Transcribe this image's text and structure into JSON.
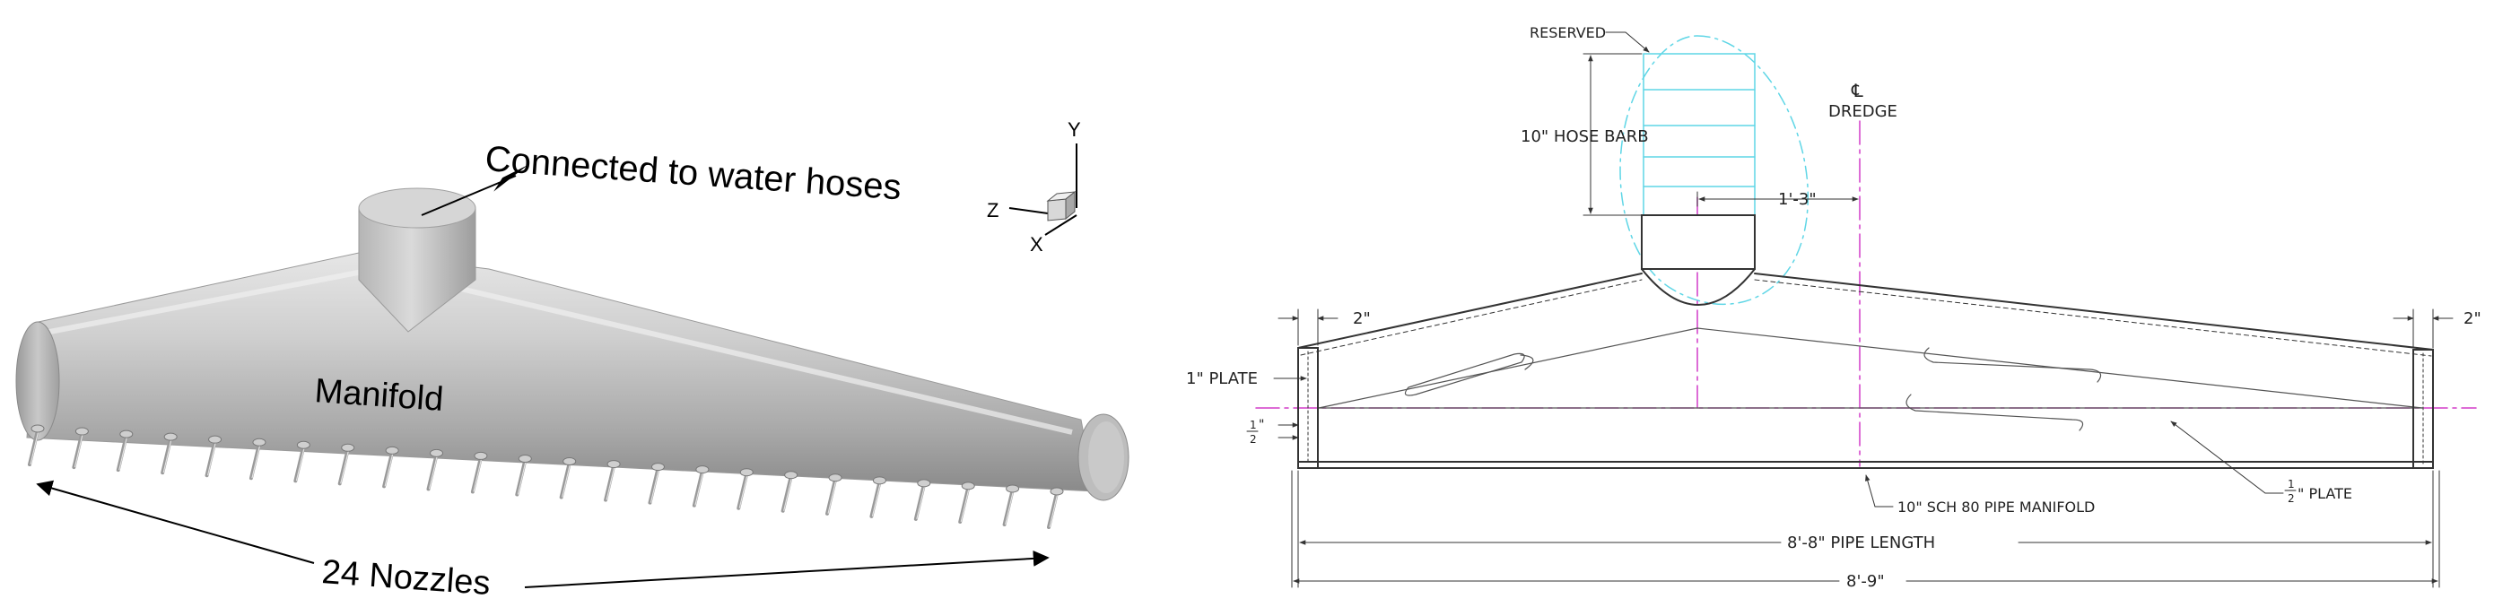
{
  "render": {
    "annotation_connected": "Connected to water hoses",
    "annotation_manifold": "Manifold",
    "annotation_nozzles": "24 Nozzles",
    "nozzle_count": 24,
    "axis": {
      "y": "Y",
      "z": "Z",
      "x": "X"
    }
  },
  "drawing": {
    "reserved": "RESERVED",
    "hose_barb": "10\" HOSE BARB",
    "cl_symbol": "℄",
    "dredge": "DREDGE",
    "dim_offset": "1'-3\"",
    "dim_left_top": "2\"",
    "dim_right_top": "2\"",
    "plate_left": "1\" PLATE",
    "half_frac_num": "1",
    "half_frac_den": "2",
    "half_unit": "\"",
    "half_plate_suffix": "\" PLATE",
    "pipe_manifold": "10\" SCH 80 PIPE MANIFOLD",
    "pipe_length": "8'-8\" PIPE LENGTH",
    "overall_length": "8'-9\""
  },
  "colors": {
    "metal_light": "#d4d4d4",
    "metal_dark": "#8c8c8c",
    "cad_line": "#333333",
    "cad_cyan": "#5fd6e6",
    "cad_magenta": "#d23cc8"
  }
}
